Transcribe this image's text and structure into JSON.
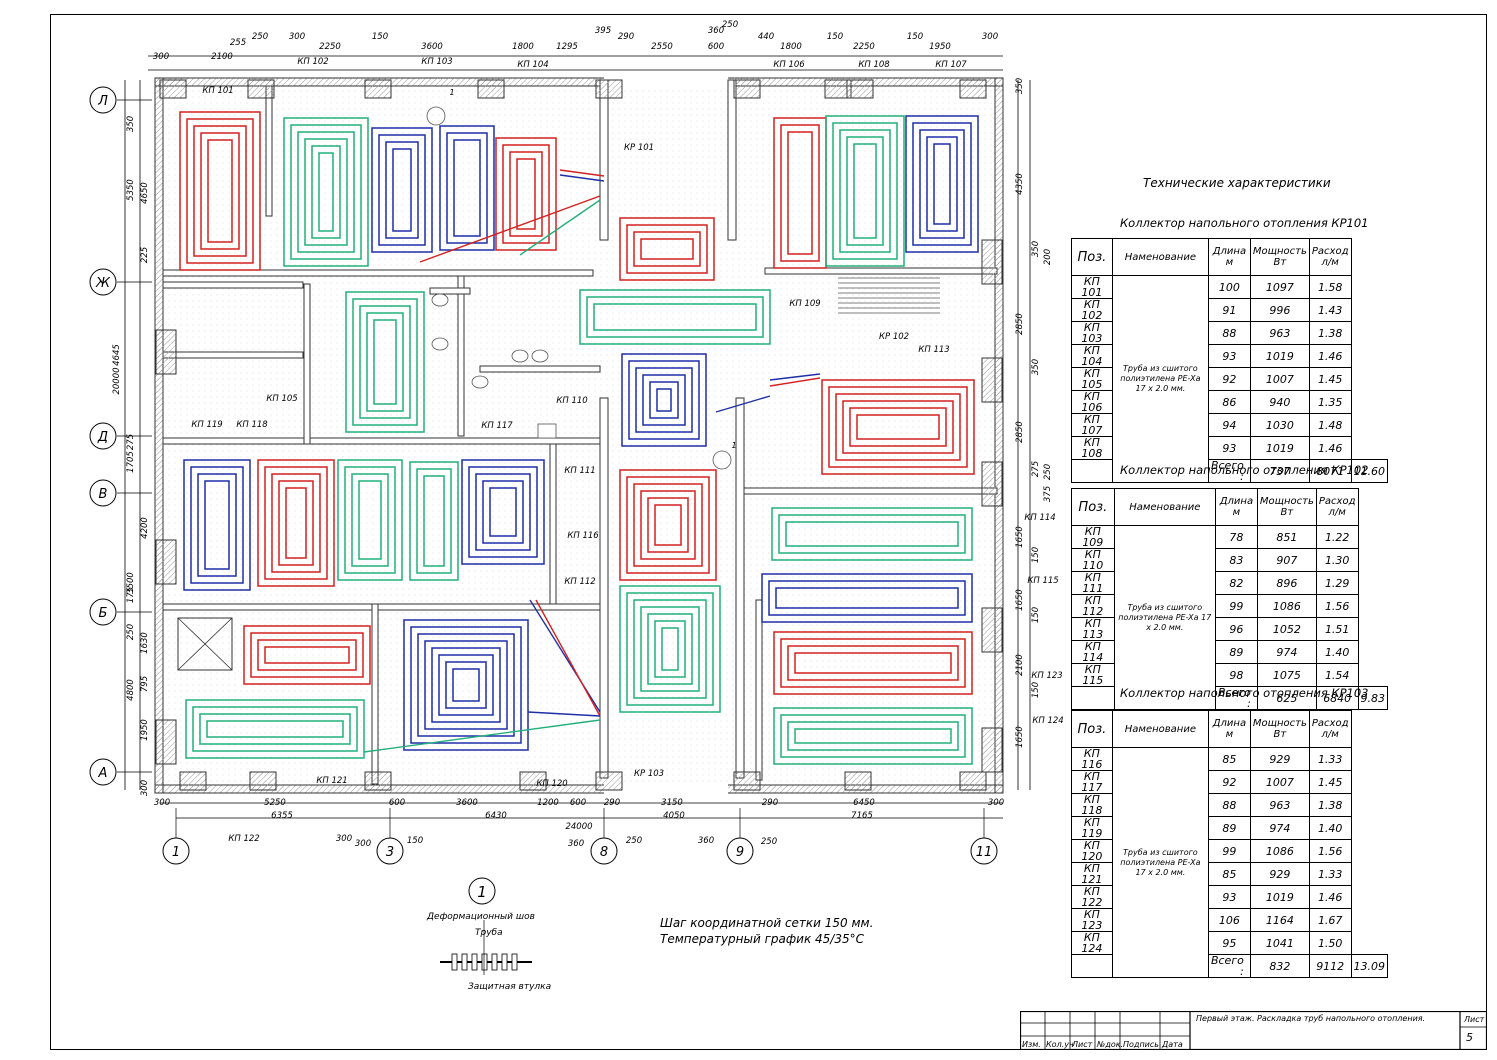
{
  "sheet": {
    "tech_title": "Технические характеристики",
    "notes": [
      "Шаг координатной сетки 150 мм.",
      "Температурный график 45/35°С"
    ],
    "detail": {
      "marker": "1",
      "labels": [
        "Деформационный шов",
        "Труба",
        "Защитная втулка"
      ]
    },
    "stamp": {
      "cells": [
        "Изм.",
        "Кол.уч",
        "Лист",
        "№док.",
        "Подпись",
        "Дата"
      ],
      "title": "Первый этаж. Раскладка труб напольного отопления.",
      "sheet_label": "Лист",
      "sheet_no": "5"
    }
  },
  "grid_axes": {
    "columns": [
      "1",
      "3",
      "8",
      "9",
      "11"
    ],
    "rows": [
      "Л",
      "Ж",
      "Д",
      "В",
      "Б",
      "А"
    ]
  },
  "dimensions": {
    "top_row1": [
      "300",
      "2100",
      "255",
      "250",
      "300",
      "2250",
      "150",
      "3600",
      "1800",
      "1295",
      "395",
      "290",
      "2550",
      "600",
      "360",
      "250",
      "440",
      "1800",
      "150",
      "2250",
      "150",
      "1950",
      "300"
    ],
    "bottom_row1": [
      "300",
      "5250",
      "600",
      "3600",
      "1200",
      "600",
      "290",
      "3150",
      "290",
      "6450",
      "300"
    ],
    "bottom_row2": [
      "6355",
      "6430",
      "4050",
      "7165"
    ],
    "bottom_total": "24000",
    "bottom_row3": [
      "300",
      "300",
      "150",
      "360",
      "250",
      "360",
      "250"
    ],
    "left": [
      "350",
      "5350",
      "4650",
      "225",
      "4645",
      "20000",
      "275",
      "1705",
      "4200",
      "3500",
      "175",
      "250",
      "1630",
      "4800",
      "795",
      "1950",
      "300"
    ],
    "right": [
      "350",
      "4350",
      "350",
      "200",
      "2850",
      "350",
      "2850",
      "275",
      "250",
      "375",
      "1650",
      "150",
      "1650",
      "150",
      "2100",
      "150",
      "1650"
    ]
  },
  "plan_labels": {
    "loops": [
      "КП 101",
      "КП 102",
      "КП 103",
      "КП 104",
      "КП 105",
      "КП 106",
      "КП 107",
      "КП 108",
      "КП 109",
      "КП 110",
      "КП 111",
      "КП 112",
      "КП 113",
      "КП 114",
      "КП 115",
      "КП 116",
      "КП 117",
      "КП 118",
      "КП 119",
      "КП 120",
      "КП 121",
      "КП 122",
      "КП 123",
      "КП 124"
    ],
    "collectors": [
      "КР 101",
      "КР 102",
      "КР 103"
    ],
    "section_marks": [
      "1",
      "1"
    ]
  },
  "colors": {
    "red": "#d42020",
    "blue": "#1e2fa8",
    "green": "#21b07a",
    "wall": "#333333",
    "hatch": "#9a9a9a"
  },
  "tables": [
    {
      "title": "Коллектор напольного отопления КР101",
      "headers": [
        "Поз.",
        "Наменование",
        "Длина м",
        "Мощность Вт",
        "Расход л/м"
      ],
      "material": "Труба из сшитого полиэтилена PE-Xa 17 x 2.0 мм.",
      "rows": [
        [
          "КП 101",
          "100",
          "1097",
          "1.58"
        ],
        [
          "КП 102",
          "91",
          "996",
          "1.43"
        ],
        [
          "КП 103",
          "88",
          "963",
          "1.38"
        ],
        [
          "КП 104",
          "93",
          "1019",
          "1.46"
        ],
        [
          "КП 105",
          "92",
          "1007",
          "1.45"
        ],
        [
          "КП 106",
          "86",
          "940",
          "1.35"
        ],
        [
          "КП 107",
          "94",
          "1030",
          "1.48"
        ],
        [
          "КП 108",
          "93",
          "1019",
          "1.46"
        ]
      ],
      "total": [
        "Всего :",
        "737",
        "8071",
        "11.60"
      ]
    },
    {
      "title": "Коллектор напольного отопления КР102",
      "headers": [
        "Поз.",
        "Наменование",
        "Длина м",
        "Мощность Вт",
        "Расход л/м"
      ],
      "material": "Труба из сшитого полиэтилена PE-Xa 17 x 2.0 мм.",
      "rows": [
        [
          "КП 109",
          "78",
          "851",
          "1.22"
        ],
        [
          "КП 110",
          "83",
          "907",
          "1.30"
        ],
        [
          "КП 111",
          "82",
          "896",
          "1.29"
        ],
        [
          "КП 112",
          "99",
          "1086",
          "1.56"
        ],
        [
          "КП 113",
          "96",
          "1052",
          "1.51"
        ],
        [
          "КП 114",
          "89",
          "974",
          "1.40"
        ],
        [
          "КП 115",
          "98",
          "1075",
          "1.54"
        ]
      ],
      "total": [
        "Всего :",
        "625",
        "6840",
        "9.83"
      ]
    },
    {
      "title": "Коллектор напольного отопления КР103",
      "headers": [
        "Поз.",
        "Наменование",
        "Длина м",
        "Мощность Вт",
        "Расход л/м"
      ],
      "material": "Труба из сшитого полиэтилена PE-Xa 17 x 2.0 мм.",
      "rows": [
        [
          "КП 116",
          "85",
          "929",
          "1.33"
        ],
        [
          "КП 117",
          "92",
          "1007",
          "1.45"
        ],
        [
          "КП 118",
          "88",
          "963",
          "1.38"
        ],
        [
          "КП 119",
          "89",
          "974",
          "1.40"
        ],
        [
          "КП 120",
          "99",
          "1086",
          "1.56"
        ],
        [
          "КП 121",
          "85",
          "929",
          "1.33"
        ],
        [
          "КП 122",
          "93",
          "1019",
          "1.46"
        ],
        [
          "КП 123",
          "106",
          "1164",
          "1.67"
        ],
        [
          "КП 124",
          "95",
          "1041",
          "1.50"
        ]
      ],
      "total": [
        "Всего :",
        "832",
        "9112",
        "13.09"
      ]
    }
  ]
}
